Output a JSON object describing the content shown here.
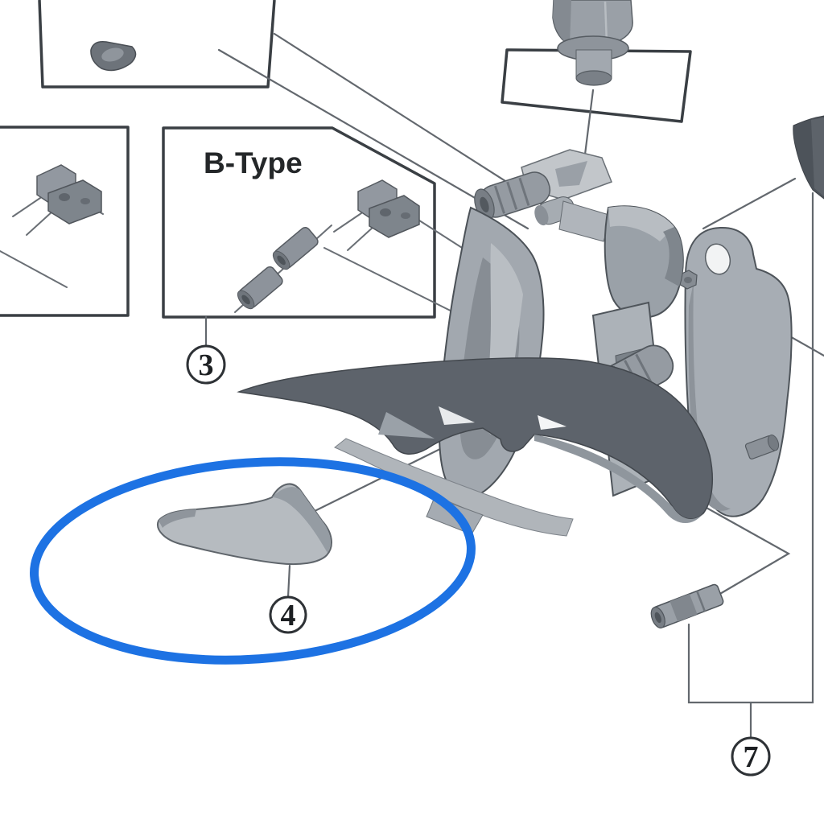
{
  "page": {
    "background": "#ffffff"
  },
  "diagram": {
    "box_label": "B-Type",
    "callouts": {
      "c3": "3",
      "c4": "4",
      "c7": "7"
    },
    "colors": {
      "highlight_blue": "#1d72e3",
      "outline": "#3a3f44",
      "leader": "#63686e",
      "number_ink": "#1c1f22"
    }
  }
}
